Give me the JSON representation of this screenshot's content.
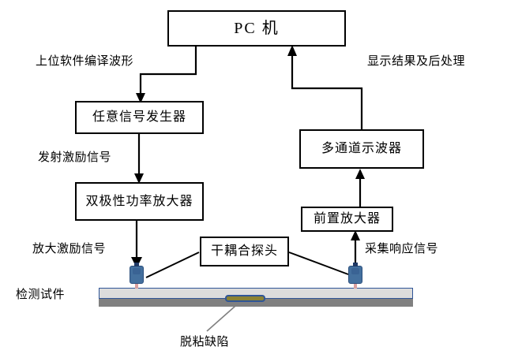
{
  "diagram": {
    "title": "Dry-coupled ultrasonic debonding detection system block diagram",
    "boxes": {
      "pc": "PC 机",
      "awg": "任意信号发生器",
      "power_amp": "双极性功率放大器",
      "probe_callout": "干耦合探头",
      "oscilloscope": "多通道示波器",
      "preamp": "前置放大器"
    },
    "labels": {
      "compile_waveform": "上位软件编译波形",
      "excitation_signal": "发射激励信号",
      "amplified_signal": "放大激励信号",
      "display_postprocess": "显示结果及后处理",
      "acquire_response": "采集响应信号",
      "specimen": "检测试件",
      "defect": "脱粘缺陷"
    },
    "colors": {
      "line": "#000000",
      "probe_body": "#44709e",
      "probe_tip": "#d9a0a0",
      "specimen_top": "#dcdcdc",
      "specimen_bottom": "#808080",
      "specimen_border": "#2f5597",
      "defect_fill": "#8c8232",
      "annotation_gray": "#808080"
    }
  }
}
